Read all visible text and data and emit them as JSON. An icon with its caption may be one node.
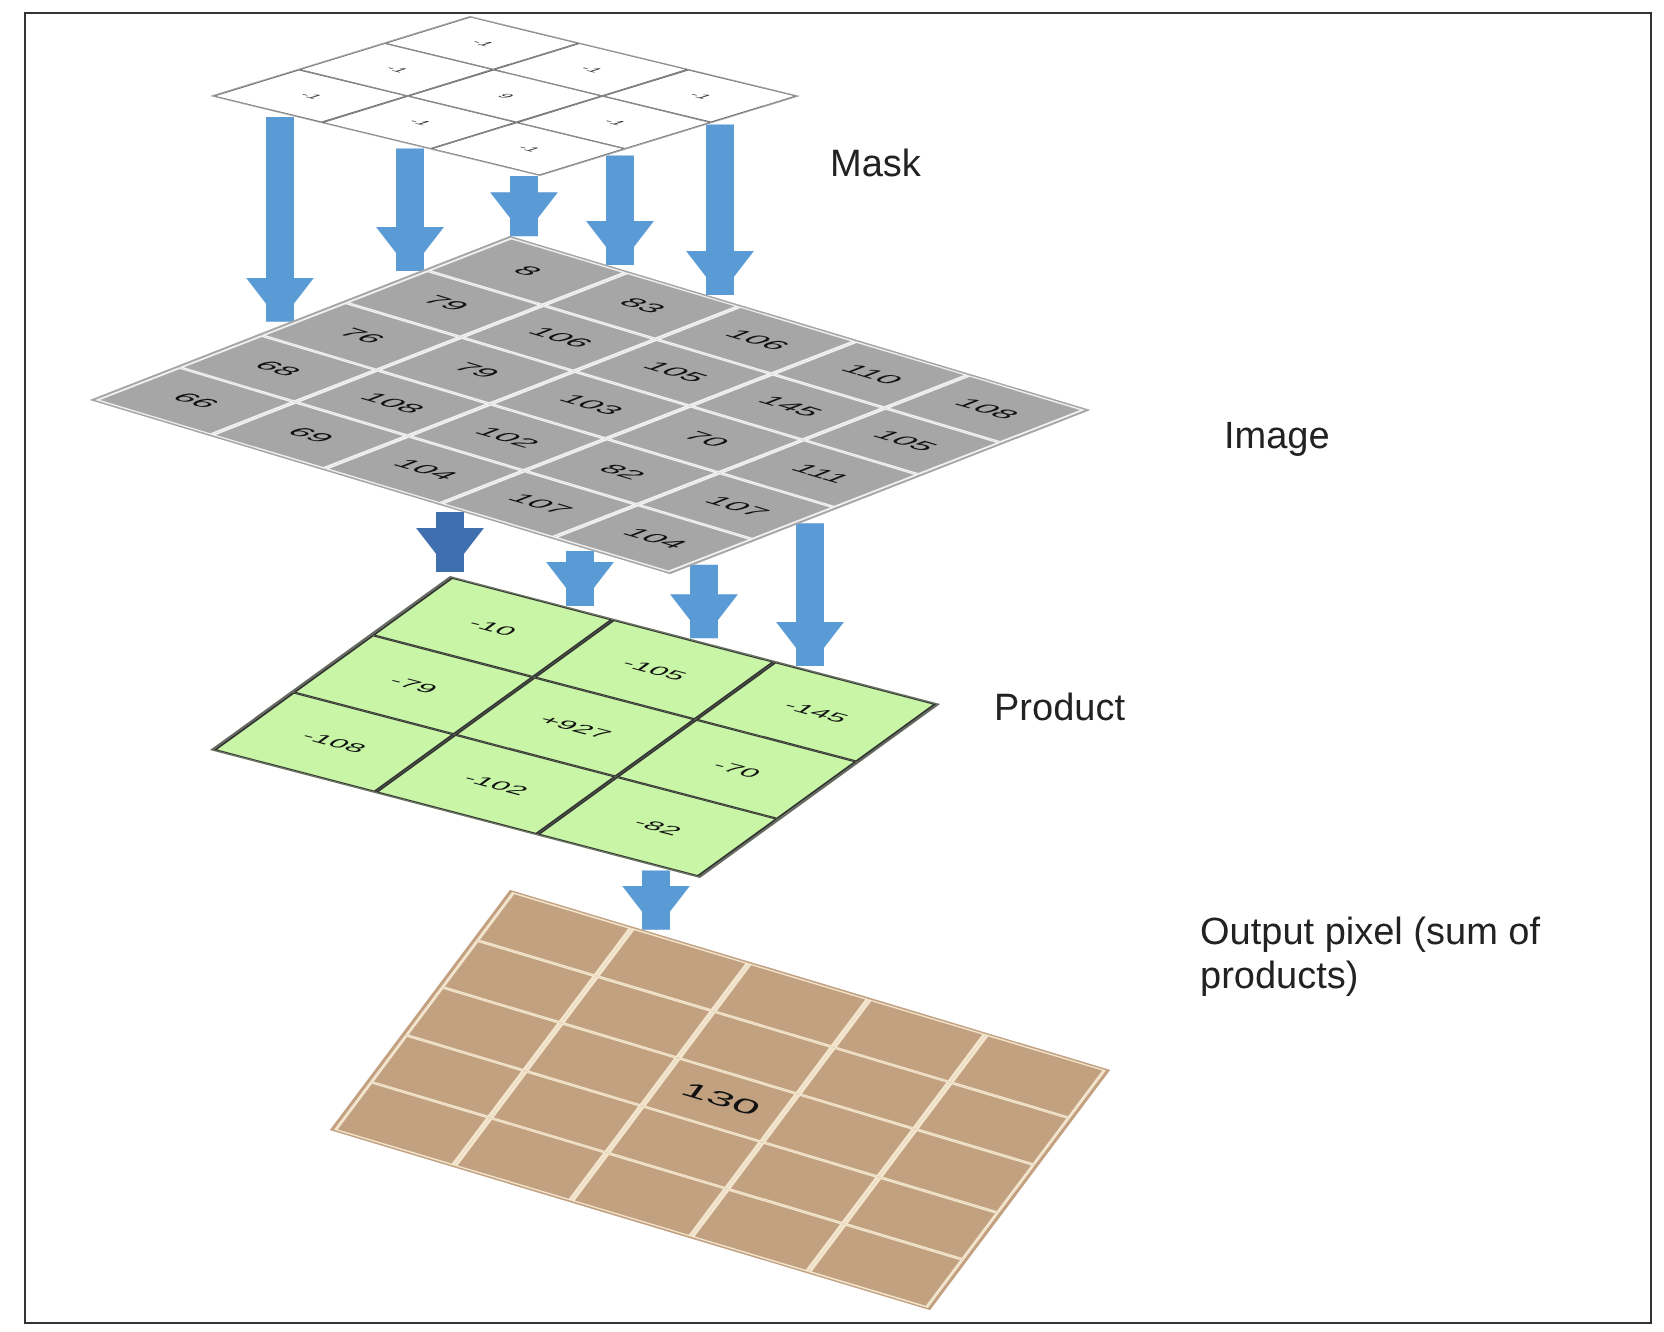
{
  "diagram": {
    "nodes": [
      {
        "text": [
          "-1",
          "-1",
          "-1",
          "-1",
          "9",
          "-1",
          "-1",
          "-1",
          "-1"
        ],
        "beside": [
          "Mask"
        ]
      },
      {
        "text": [
          "8",
          "83",
          "106",
          "110",
          "108",
          "79",
          "106",
          "105",
          "145",
          "105",
          "76",
          "79",
          "103",
          "70",
          "111",
          "68",
          "108",
          "102",
          "82",
          "107",
          "66",
          "69",
          "104",
          "107",
          "104"
        ],
        "beside": [
          "Image"
        ]
      },
      {
        "text": [
          "-10",
          "-105",
          "-145",
          "-79",
          "+927",
          "-70",
          "-108",
          "-102",
          "-82"
        ],
        "beside": [
          "Product"
        ]
      },
      {
        "text": [
          "130"
        ],
        "beside": [
          "Output pixel (sum of products)"
        ]
      }
    ],
    "edges": [
      {
        "from": 0,
        "to": 1,
        "arrow": "to"
      },
      {
        "from": 0,
        "to": 1,
        "arrow": "to"
      },
      {
        "from": 0,
        "to": 1,
        "arrow": "to"
      },
      {
        "from": 0,
        "to": 1,
        "arrow": "to"
      },
      {
        "from": 0,
        "to": 1,
        "arrow": "to"
      },
      {
        "from": 1,
        "to": 2,
        "arrow": "to",
        "color": "#3f6fae"
      },
      {
        "from": 1,
        "to": 2,
        "arrow": "to"
      },
      {
        "from": 1,
        "to": 2,
        "arrow": "to"
      },
      {
        "from": 1,
        "to": 2,
        "arrow": "to"
      },
      {
        "from": 2,
        "to": 3,
        "arrow": "to"
      }
    ]
  }
}
